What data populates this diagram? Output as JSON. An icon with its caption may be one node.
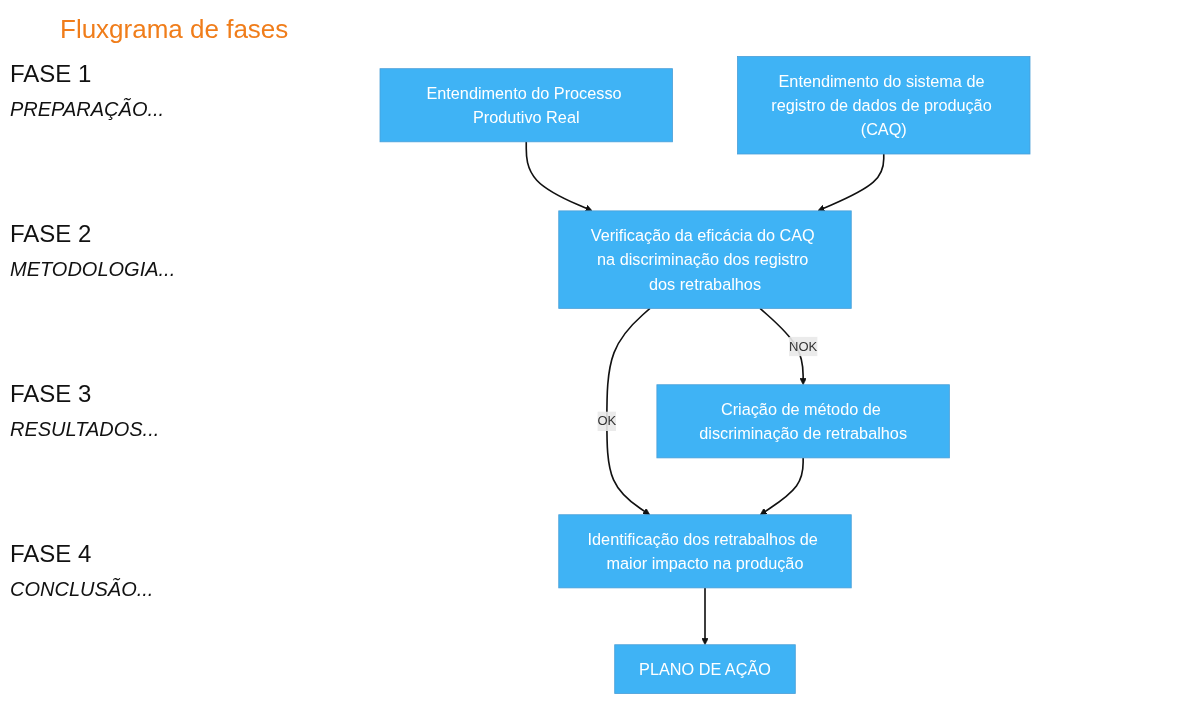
{
  "diagram": {
    "title": "Fluxgrama de fases",
    "nodes": [
      {
        "text": [
          "Entendimento do Processo Produtivo Real"
        ]
      },
      {
        "text": [
          "Entendimento do sistema de registro de dados de produção (CAQ)"
        ]
      },
      {
        "text": [
          "Verificação da eficácia do CAQ na discriminação dos registro dos retrabalhos"
        ]
      },
      {
        "text": [
          "Criação de método de discriminação de retrabalhos"
        ]
      },
      {
        "text": [
          "Identificação dos retrabalhos de maior impacto na produção"
        ]
      },
      {
        "text": [
          "PLANO DE AÇÃO"
        ]
      }
    ],
    "edges": [
      {
        "from": 0,
        "to": 2,
        "arrow": "to"
      },
      {
        "from": 1,
        "to": 2,
        "arrow": "to"
      },
      {
        "from": 2,
        "to": 3,
        "arrow": "to",
        "label": "NOK"
      },
      {
        "from": 2,
        "to": 4,
        "arrow": "to",
        "label": "OK"
      },
      {
        "from": 3,
        "to": 4,
        "arrow": "to"
      },
      {
        "from": 4,
        "to": 5,
        "arrow": "to"
      }
    ],
    "labels": [
      "FASE 1",
      "PREPARAÇÃO...",
      "FASE 2",
      "METODOLOGIA...",
      "FASE 3",
      "RESULTADOS...",
      "FASE 4",
      "CONCLUSÃO..."
    ]
  }
}
